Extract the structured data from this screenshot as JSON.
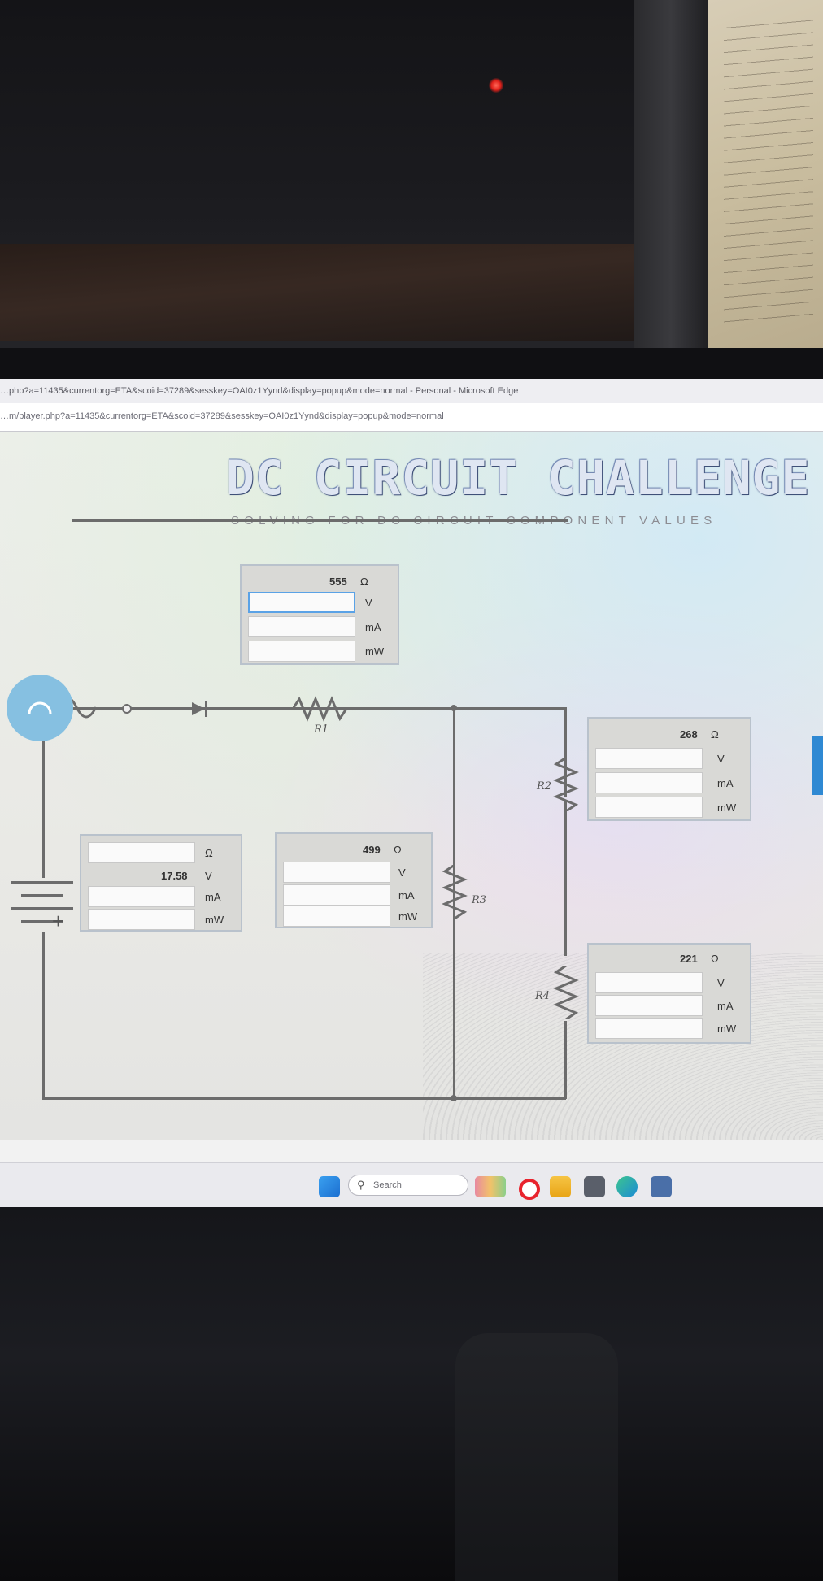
{
  "browser": {
    "window_title": "…php?a=11435&currentorg=ETA&scoid=37289&sesskey=OAI0z1Yynd&display=popup&mode=normal - Personal - Microsoft Edge",
    "address": "…m/player.php?a=11435&currentorg=ETA&scoid=37289&sesskey=OAI0z1Yynd&display=popup&mode=normal"
  },
  "app": {
    "title": "DC CIRCUIT CHALLENGE",
    "subtitle": "SOLVING FOR DC CIRCUIT COMPONENT VALUES"
  },
  "units": {
    "ohm": "Ω",
    "volt": "V",
    "milliamp": "mA",
    "milliwatt": "mW"
  },
  "cards": {
    "r1": {
      "resistance": "555",
      "voltage": "",
      "current": "",
      "power": ""
    },
    "r2": {
      "resistance": "268",
      "voltage": "",
      "current": "",
      "power": ""
    },
    "r3": {
      "resistance": "499",
      "voltage": "",
      "current": "",
      "power": ""
    },
    "r4": {
      "resistance": "221",
      "voltage": "",
      "current": "",
      "power": ""
    },
    "source": {
      "resistance": "",
      "voltage": "17.58",
      "current": "",
      "power": ""
    }
  },
  "circuit": {
    "labels": {
      "r1": "R1",
      "r2": "R2",
      "r3": "R3",
      "r4": "R4"
    },
    "battery_sign": "+"
  },
  "taskbar": {
    "search_placeholder": "Search",
    "icons": [
      "windows-start-icon",
      "search-icon",
      "widgets-icon",
      "opera-icon",
      "file-explorer-icon",
      "store-icon",
      "edge-icon",
      "app-icon"
    ]
  },
  "colors": {
    "accent": "#5aa2e6",
    "badge": "#86c0e1",
    "wire": "#6c6c6c",
    "card": "#d9d9d6"
  }
}
